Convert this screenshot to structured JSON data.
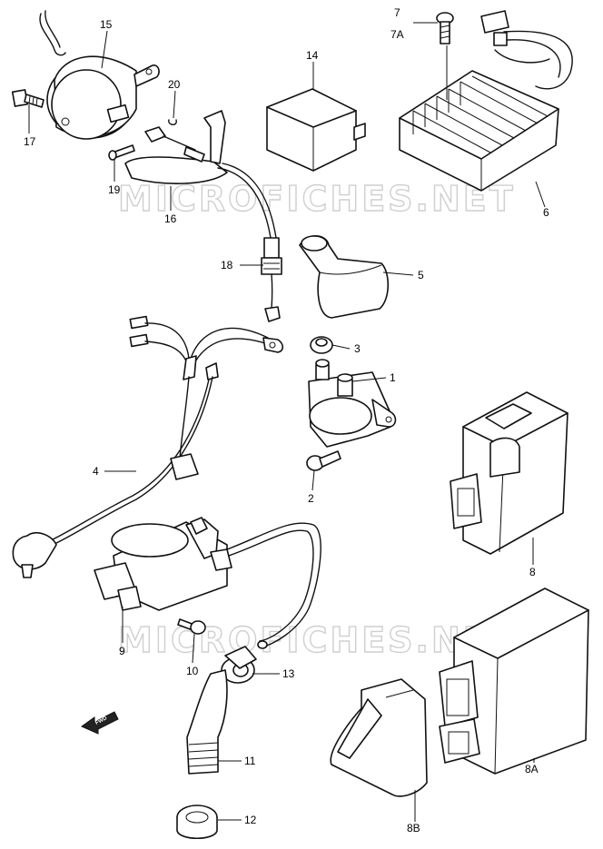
{
  "watermark": "MICROFICHES.NET",
  "fwd_label": "FWD",
  "callouts": [
    {
      "id": "c1",
      "text": "1"
    },
    {
      "id": "c2",
      "text": "2"
    },
    {
      "id": "c3",
      "text": "3"
    },
    {
      "id": "c4",
      "text": "4"
    },
    {
      "id": "c5",
      "text": "5"
    },
    {
      "id": "c6",
      "text": "6"
    },
    {
      "id": "c7",
      "text": "7"
    },
    {
      "id": "c7a",
      "text": "7A"
    },
    {
      "id": "c8",
      "text": "8"
    },
    {
      "id": "c8a",
      "text": "8A"
    },
    {
      "id": "c8b",
      "text": "8B"
    },
    {
      "id": "c9",
      "text": "9"
    },
    {
      "id": "c10",
      "text": "10"
    },
    {
      "id": "c11",
      "text": "11"
    },
    {
      "id": "c12",
      "text": "12"
    },
    {
      "id": "c13",
      "text": "13"
    },
    {
      "id": "c14",
      "text": "14"
    },
    {
      "id": "c15",
      "text": "15"
    },
    {
      "id": "c16",
      "text": "16"
    },
    {
      "id": "c17",
      "text": "17"
    },
    {
      "id": "c18",
      "text": "18"
    },
    {
      "id": "c19",
      "text": "19"
    },
    {
      "id": "c20",
      "text": "20"
    }
  ]
}
